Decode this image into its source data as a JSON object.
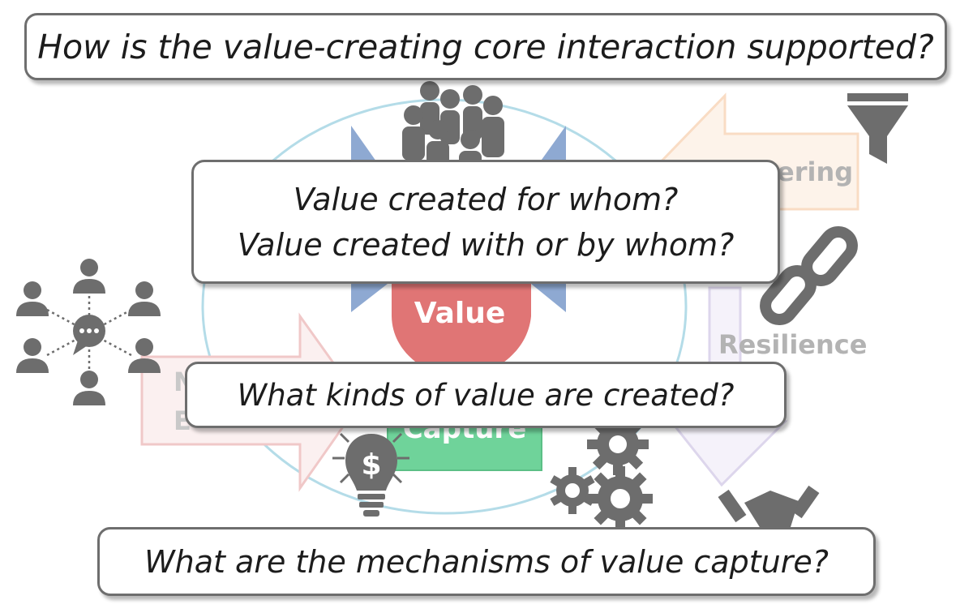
{
  "diagram": {
    "labels": {
      "value": "Value",
      "filtering_partial": "ering",
      "resilience": "Resilience",
      "capture_partial": "Capture",
      "left_partial_1": "N",
      "left_partial_2": "E"
    },
    "questions": {
      "core_interaction": "How is the value-creating core interaction supported?",
      "for_whom": "Value created for whom?",
      "with_by_whom": "Value created with or by whom?",
      "kinds": "What kinds of value are created?",
      "capture": "What are the mechanisms of value capture?"
    },
    "icons": [
      "people-group-icon",
      "funnel-icon",
      "chain-link-icon",
      "network-chat-icon",
      "dollar-bulb-icon",
      "gears-icon",
      "handshake-icon"
    ],
    "colors": {
      "value_shape": "#e07575",
      "capture_box": "#6fd39a",
      "blue_triangles": "#8ea9d2",
      "left_arrow": "#f2cccc",
      "right_arrow": "#fbe0c8",
      "down_arrow": "#ddd6ec",
      "ellipse": "#b4dce8",
      "icon_gray": "#6d6d6d",
      "box_border": "#6e6e6e"
    }
  }
}
